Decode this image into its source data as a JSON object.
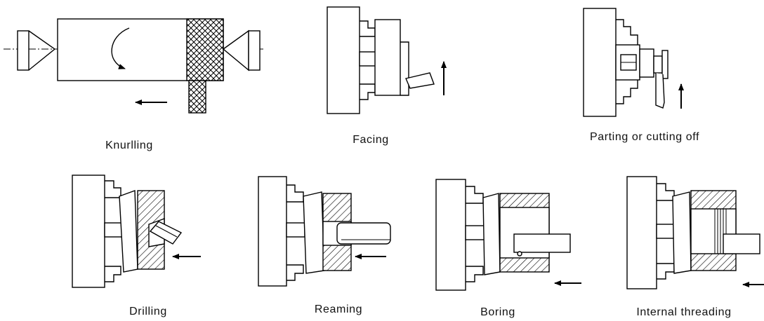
{
  "captions": {
    "knurling": "Knurlling",
    "facing": "Facing",
    "parting": "Parting or cutting off",
    "drilling": "Drilling",
    "reaming": "Reaming",
    "boring": "Boring",
    "internal_threading": "Internal threading"
  }
}
